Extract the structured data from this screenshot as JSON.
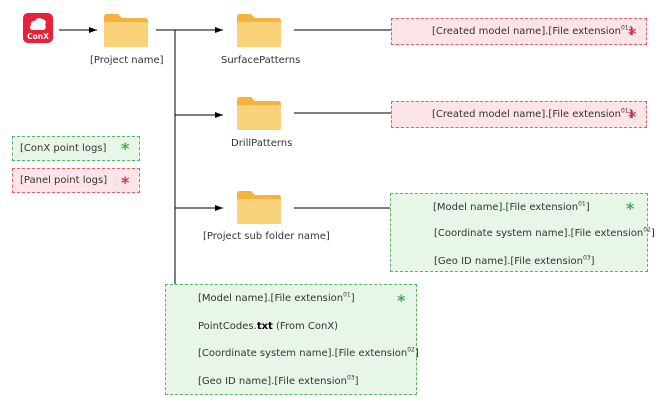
{
  "logo": {
    "text": "ConX"
  },
  "folders": {
    "project": "[Project name]",
    "surface": "SurfacePatterns",
    "drill": "DrillPatterns",
    "subfolder": "[Project sub folder name]"
  },
  "legend": {
    "conx": "[ConX point logs]",
    "panel": "[Panel point logs]",
    "star": "*"
  },
  "surface_file": {
    "name": "[Created model name].[File extension",
    "sup": "01",
    "close": "]"
  },
  "drill_file": {
    "name": "[Created model name].[File extension",
    "sup": "01",
    "close": "]"
  },
  "sub_files": [
    {
      "name": "[Model name].[File extension",
      "sup": "01",
      "close": "]"
    },
    {
      "name": "[Coordinate system name].[File extension",
      "sup": "02",
      "close": "]"
    },
    {
      "name": "[Geo ID name].[File extension",
      "sup": "03",
      "close": "]"
    }
  ],
  "project_files": [
    {
      "name": "[Model name].[File extension",
      "sup": "01",
      "close": "]"
    },
    {
      "pre": "PointCodes.",
      "ext": "txt",
      "post": " (From ConX)"
    },
    {
      "name": "[Coordinate system name].[File extension",
      "sup": "02",
      "close": "]"
    },
    {
      "name": "[Geo ID name].[File extension",
      "sup": "03",
      "close": "]"
    }
  ],
  "colors": {
    "panel": "#e0305a",
    "conx": "#35b556",
    "folder": "#f7c560"
  }
}
